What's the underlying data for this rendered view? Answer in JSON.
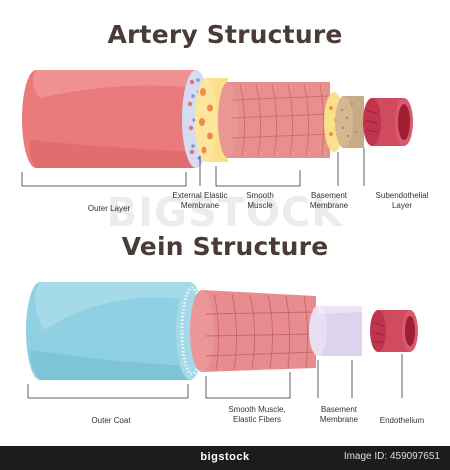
{
  "artery": {
    "title": "Artery Structure",
    "labels": {
      "outer": "Outer Layer",
      "external_elastic": "External Elastic\nMembrane",
      "smooth": "Smooth\nMuscle",
      "basement": "Basement\nMembrane",
      "subendothelial": "Subendothelial\nLayer"
    }
  },
  "vein": {
    "title": "Vein Structure",
    "labels": {
      "outer": "Outer Coat",
      "smooth_elastic": "Smooth Muscle,\nElastic Fibers",
      "basement": "Basement\nMembrane",
      "endothelium": "Endothelium"
    }
  },
  "watermark": "BIGSTOCK",
  "footer": {
    "brand": "bigstock",
    "image_id": "Image ID: 459097651"
  },
  "colors": {
    "artery_outer": "#ea7a7c",
    "external_elastic": "#cfd6f0",
    "fat_layer": "#fbe08c",
    "smooth_muscle": "#e8908e",
    "subendothelial": "#c9aa86",
    "lumen_wall": "#c0344d",
    "vein_outer": "#8fd0e2",
    "vein_basement": "#ddd3ec"
  }
}
